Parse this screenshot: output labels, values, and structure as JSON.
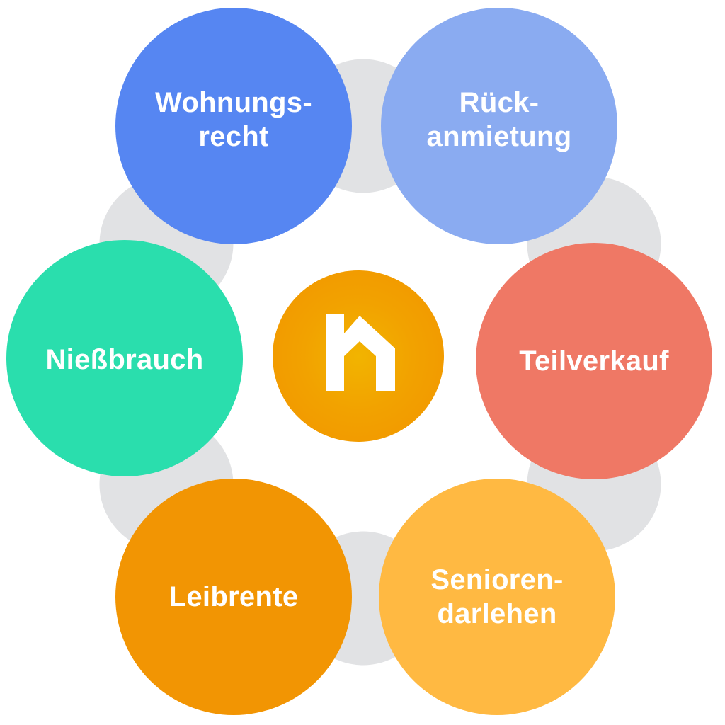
{
  "diagram": {
    "center": {
      "icon": "house-h-logo-icon",
      "color_outer": "#f29400",
      "color_inner": "#f2b400"
    },
    "items": [
      {
        "label": "Wohnungs-\nrecht",
        "color": "#5686f2"
      },
      {
        "label": "Rück-\nanmietung",
        "color": "#8aabf1"
      },
      {
        "label": "Teilverkauf",
        "color": "#ef7865"
      },
      {
        "label": "Senioren-\ndarlehen",
        "color": "#ffb942"
      },
      {
        "label": "Leibrente",
        "color": "#f29503"
      },
      {
        "label": "Nießbrauch",
        "color": "#2adead"
      }
    ],
    "connector_color": "#e1e2e4"
  }
}
